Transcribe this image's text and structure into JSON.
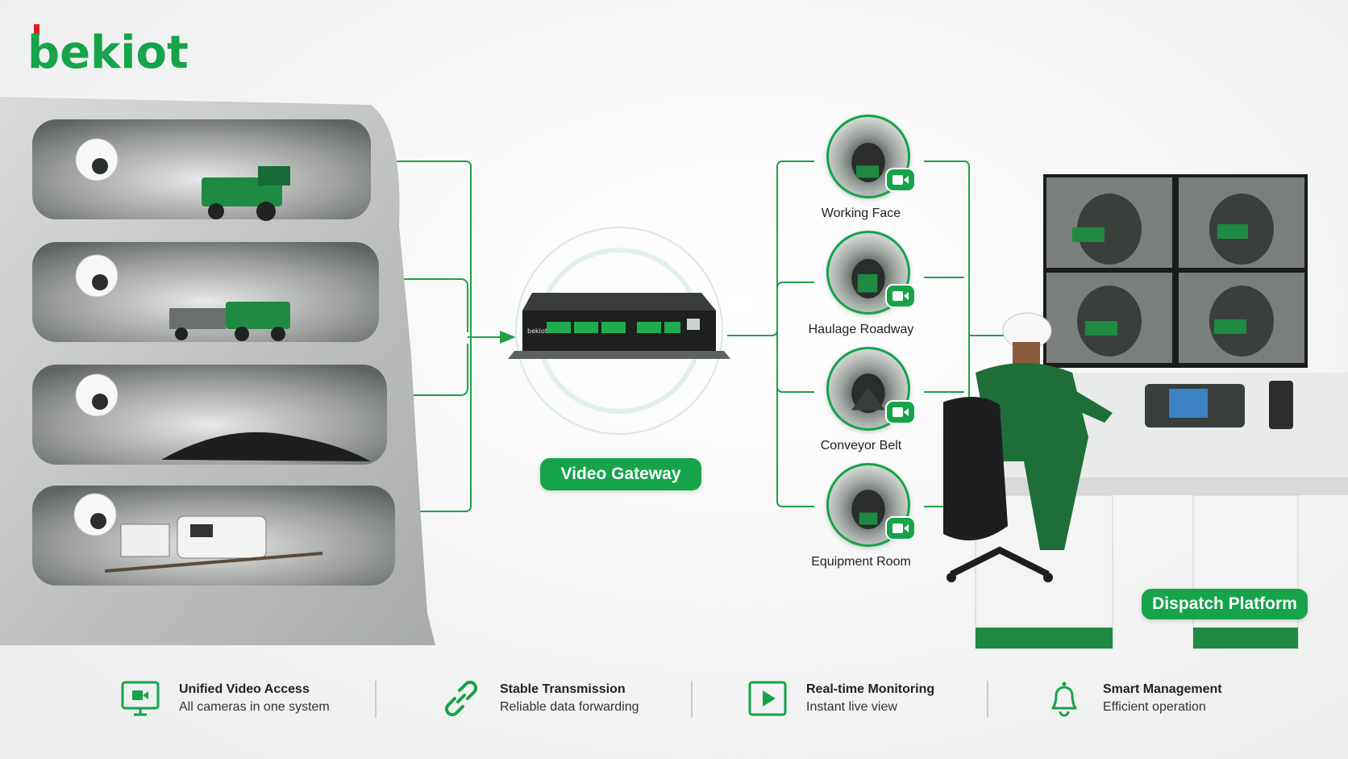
{
  "brand": {
    "logo_text": "bekiot",
    "accent": "#16a34a",
    "accent_dark": "#0f7a37",
    "logo_mark": "#e11d2a"
  },
  "gateway": {
    "label": "Video Gateway",
    "device_text": "bekiot"
  },
  "cameras": [
    {
      "label": "Working Face",
      "icon": "video-camera-icon"
    },
    {
      "label": "Haulage Roadway",
      "icon": "video-camera-icon"
    },
    {
      "label": "Conveyor Belt",
      "icon": "video-camera-icon"
    },
    {
      "label": "Equipment Room",
      "icon": "video-camera-icon"
    }
  ],
  "dispatch": {
    "label": "Dispatch Platform"
  },
  "features": [
    {
      "title": "Unified Video Access",
      "subtitle": "All cameras in one system",
      "icon": "monitor-video-icon"
    },
    {
      "title": "Stable Transmission",
      "subtitle": "Reliable data forwarding",
      "icon": "link-icon"
    },
    {
      "title": "Real-time Monitoring",
      "subtitle": "Instant live view",
      "icon": "play-icon"
    },
    {
      "title": "Smart Management",
      "subtitle": "Efficient operation",
      "icon": "bell-icon"
    }
  ]
}
